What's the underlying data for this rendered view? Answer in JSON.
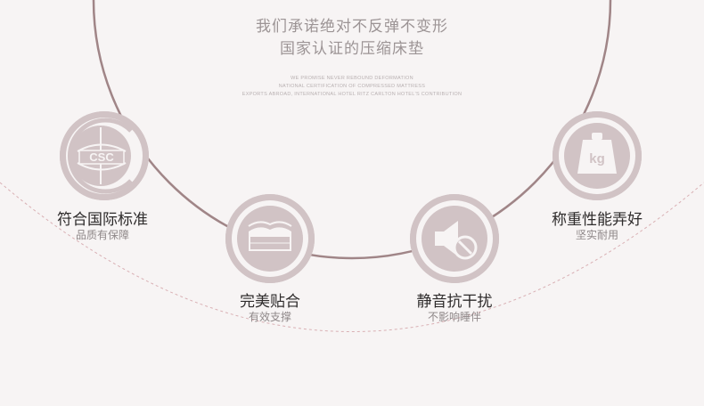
{
  "header": {
    "title_line1": "我们承诺绝对不反弹不变形",
    "title_line2": "国家认证的压缩床垫",
    "english_line1": "WE PROMISE NEVER REBOUND DEFORMATION",
    "english_line2": "NATIONAL CERTIFICATION OF COMPRESSED MATTRESS",
    "english_line3": "EXPORTS ABROAD, INTERNATIONAL HOTEL RITZ CARLTON HOTEL'S CONTRIBUTION"
  },
  "features": [
    {
      "icon": "certification-emblem-icon",
      "title": "符合国际标准",
      "subtitle": "品质有保障",
      "logo_text": "CSC"
    },
    {
      "icon": "mattress-icon",
      "title": "完美贴合",
      "subtitle": "有效支撑"
    },
    {
      "icon": "mute-speaker-icon",
      "title": "静音抗干扰",
      "subtitle": "不影响睡伴"
    },
    {
      "icon": "weight-kg-icon",
      "title": "称重性能弄好",
      "subtitle": "坚实耐用",
      "weight_label": "kg"
    }
  ],
  "colors": {
    "background": "#f7f4f4",
    "accent_ring": "#a08587",
    "icon_fill": "#d1c3c5",
    "dash_line": "#d9b0b4",
    "title_text": "#2e2b2b",
    "subtitle_text": "#8f8889",
    "headline_text": "#9c9495"
  }
}
